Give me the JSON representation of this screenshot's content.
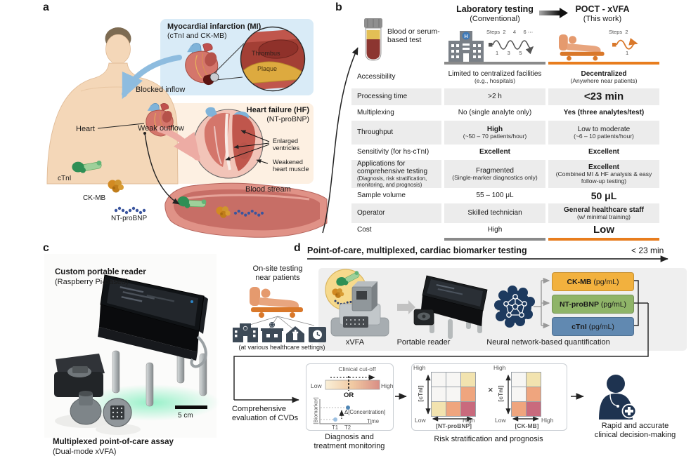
{
  "figure": {
    "panel_a_label": "a",
    "panel_b_label": "b",
    "panel_c_label": "c",
    "panel_d_label": "d"
  },
  "panel_a": {
    "mi_box": {
      "title": "Myocardial infarction (MI)",
      "subtitle": "(cTnI and CK-MB)",
      "thrombus_label": "Thrombus",
      "plaque_label": "Plaque"
    },
    "hf_box": {
      "title": "Heart failure (HF)",
      "subtitle": "(NT-proBNP)",
      "enlarged_label": "Enlarged ventricles",
      "weakened_label": "Weakened heart muscle"
    },
    "heart_label": "Heart",
    "blocked_inflow_label": "Blocked inflow",
    "weak_outflow_label": "Weak outflow",
    "blood_stream_label": "Blood stream",
    "biomarker_ctni": "cTnI",
    "biomarker_ckmb": "CK-MB",
    "biomarker_ntprobnp": "NT-proBNP"
  },
  "panel_b": {
    "sample_line1": "Blood or serum-",
    "sample_line2": "based test",
    "lab_title": "Laboratory testing",
    "lab_subtitle": "(Conventional)",
    "lab_hospital_letter": "H",
    "lab_steps_top": "Steps  2     4     6 ⋯",
    "lab_steps_bottom": "1      3      5",
    "poct_title": "POCT - xVFA",
    "poct_subtitle": "(This work)",
    "poct_steps_top": "Steps  2",
    "poct_steps_bottom": "1",
    "rows": [
      {
        "label": "Accessibility",
        "lab": "Limited to centralized facilities",
        "lab_sub": "(e.g., hospitals)",
        "poct": "Decentralized",
        "poct_sub": "(Anywhere near patients)"
      },
      {
        "label": "Processing time",
        "lab": ">2 h",
        "poct": "<23 min"
      },
      {
        "label": "Multiplexing",
        "lab": "No (single analyte only)",
        "poct": "Yes (three analytes/test)"
      },
      {
        "label": "Throughput",
        "lab": "High",
        "lab_sub": "(~50 – 70 patients/hour)",
        "poct": "Low to moderate",
        "poct_sub": "(~6 – 10 patients/hour)"
      },
      {
        "label": "Sensitivity (for hs-cTnI)",
        "lab": "Excellent",
        "poct": "Excellent"
      },
      {
        "label": "Applications for comprehensive testing",
        "label_sub": "(Diagnosis, risk stratification, monitoring, and prognosis)",
        "lab": "Fragmented",
        "lab_sub": "(Single-marker diagnostics only)",
        "poct": "Excellent",
        "poct_sub": "(Combined MI & HF analysis & easy follow-up testing)"
      },
      {
        "label": "Sample volume",
        "lab": "55 – 100 μL",
        "poct": "50 μL"
      },
      {
        "label": "Operator",
        "lab": "Skilled technician",
        "poct": "General healthcare staff",
        "poct_sub": "(w/ minimal training)"
      },
      {
        "label": "Cost",
        "lab": "High",
        "poct": "Low"
      }
    ],
    "accent_gray": "#8a8a8a",
    "accent_orange": "#e87d1e"
  },
  "panel_c": {
    "reader_title": "Custom portable reader",
    "reader_subtitle": "(Raspberry Pi-based)",
    "assay_title": "Multiplexed point-of-care assay",
    "assay_subtitle": "(Dual-mode xVFA)",
    "scale_label": "5 cm"
  },
  "panel_d": {
    "title": "Point-of-care, multiplexed, cardiac biomarker testing",
    "time_label": "< 23 min",
    "onsite_line1": "On-site testing",
    "onsite_line2": "near patients",
    "settings_label": "(at various healthcare settings)",
    "xvfa_label": "xVFA",
    "reader_label": "Portable reader",
    "nn_label": "Neural network-based quantification",
    "outputs": [
      {
        "name": "CK-MB",
        "unit": " (pg/mL)",
        "color": "#f2b13e"
      },
      {
        "name": "NT-proBNP",
        "unit": " (pg/mL)",
        "color": "#8fb468"
      },
      {
        "name": "cTnI",
        "unit": " (pg/mL)",
        "color": "#6189b1"
      }
    ],
    "comprehensive_line1": "Comprehensive",
    "comprehensive_line2": "evaluation of CVDs",
    "diagnosis": {
      "cutoff_label": "Clinical cut-off",
      "low": "Low",
      "high": "High",
      "or_label": "OR",
      "y_label": "[Biomarker]",
      "delta_label": "Δ[Concentration]",
      "time_label": "Time",
      "t1": "T1",
      "t2": "T2",
      "caption_line1": "Diagnosis and",
      "caption_line2": "treatment monitoring"
    },
    "risk": {
      "high": "High",
      "low": "Low",
      "y_label": "[cTnI]",
      "grid1_x_label": "[NT-proBNP]",
      "grid2_x_label": "[CK-MB]",
      "times_label": "×",
      "caption": "Risk stratification and prognosis",
      "grid1": [
        [
          "#f7f6f4",
          "#f7f6f4",
          "#f2e3af"
        ],
        [
          "#f7f6f4",
          "#f7f6f4",
          "#efa57e"
        ],
        [
          "#f2e3af",
          "#efa57e",
          "#c96a7d"
        ]
      ],
      "grid2": [
        [
          "#f7f6f4",
          "#f2e3af"
        ],
        [
          "#f7f6f4",
          "#efa57e"
        ],
        [
          "#efa57e",
          "#c96a7d"
        ]
      ]
    },
    "decision_line1": "Rapid and accurate",
    "decision_line2": "clinical decision-making"
  }
}
